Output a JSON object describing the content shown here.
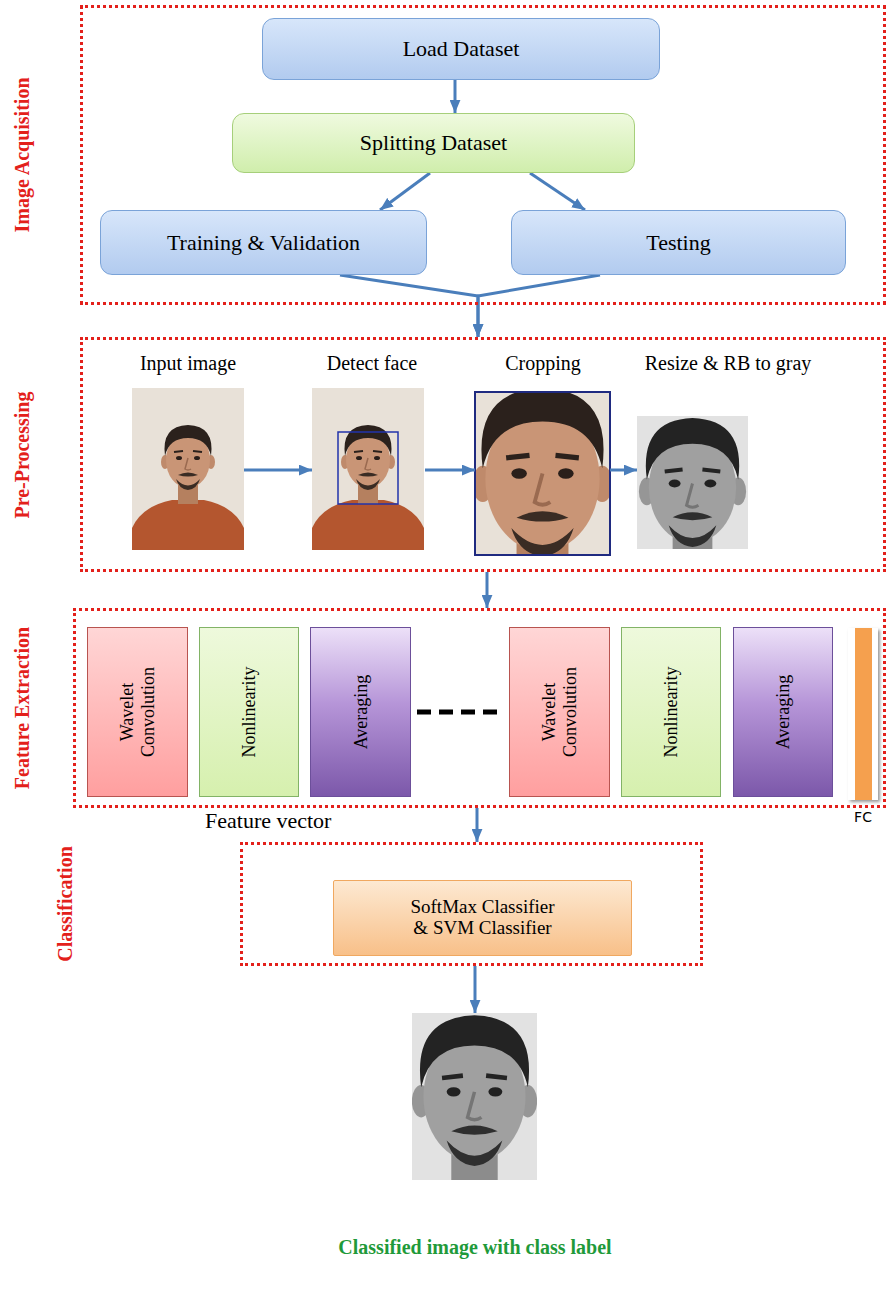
{
  "diagram": {
    "nodes": [
      {
        "text": [
          "Image Acquisition"
        ]
      },
      {
        "text": [
          "Load Dataset"
        ],
        "in": 0
      },
      {
        "text": [
          "Splitting Dataset"
        ],
        "in": 0
      },
      {
        "text": [
          "Training & Validation"
        ],
        "in": 0
      },
      {
        "text": [
          "Testing"
        ],
        "in": 0
      },
      {
        "text": [
          "Pre-Processing"
        ]
      },
      {
        "text": [
          "Input image"
        ],
        "in": 5
      },
      {
        "text": [
          "Detect face"
        ],
        "in": 5
      },
      {
        "text": [
          "Cropping"
        ],
        "in": 5
      },
      {
        "text": [
          "Resize & RB to gray"
        ],
        "in": 5
      },
      {
        "text": [
          "Feature Extraction"
        ]
      },
      {
        "text": [
          "Wavelet Convolution"
        ],
        "in": 10
      },
      {
        "text": [
          "Nonlinearity"
        ],
        "in": 10
      },
      {
        "text": [
          "Averaging"
        ],
        "in": 10
      },
      {
        "text": [
          "Wavelet Convolution"
        ],
        "in": 10
      },
      {
        "text": [
          "Nonlinearity"
        ],
        "in": 10
      },
      {
        "text": [
          "Averaging"
        ],
        "in": 10
      },
      {
        "text": [
          "FC"
        ],
        "in": 10
      },
      {
        "text": [
          "Classification"
        ]
      },
      {
        "text": [
          "SoftMax Classifier & SVM Classifier"
        ],
        "in": 18
      },
      {
        "text": [
          "Classified image with class label"
        ]
      }
    ],
    "edges": [
      {
        "from": 1,
        "to": 2,
        "arrow": "to"
      },
      {
        "from": 2,
        "to": 3,
        "arrow": "to"
      },
      {
        "from": 2,
        "to": 4,
        "arrow": "to"
      },
      {
        "from": 3,
        "to": 5,
        "arrow": "to"
      },
      {
        "from": 4,
        "to": 5,
        "arrow": "to"
      },
      {
        "from": 6,
        "to": 7,
        "arrow": "to"
      },
      {
        "from": 7,
        "to": 8,
        "arrow": "to"
      },
      {
        "from": 8,
        "to": 9,
        "arrow": "to"
      },
      {
        "from": 13,
        "to": 14,
        "arrow": "none"
      },
      {
        "from": 5,
        "to": 10,
        "arrow": "to"
      },
      {
        "from": 10,
        "to": 18,
        "label": "Feature vector",
        "arrow": "to"
      },
      {
        "from": 18,
        "to": 20,
        "arrow": "to"
      }
    ]
  }
}
